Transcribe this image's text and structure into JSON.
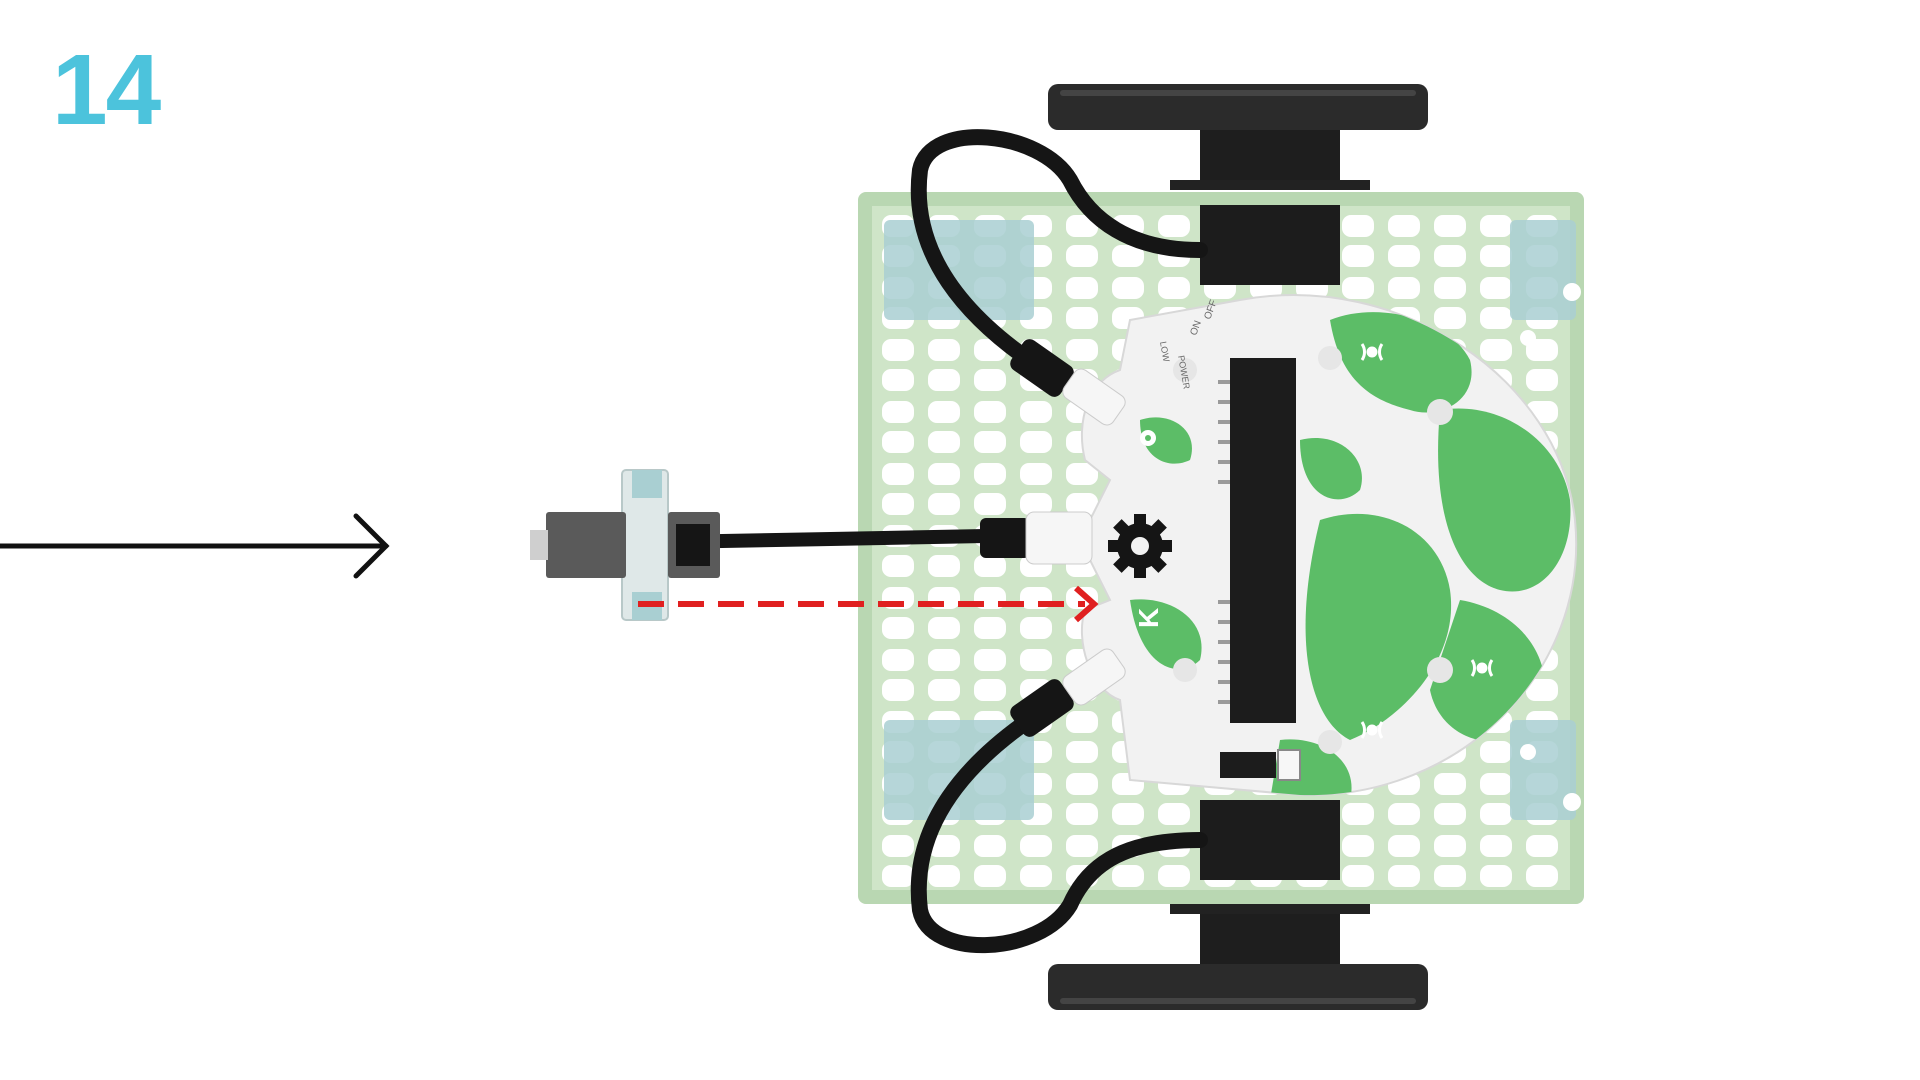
{
  "step": {
    "number": "14"
  },
  "colors": {
    "step_number": "#4cc3dc",
    "frame": "#b9d7b2",
    "frame_edge": "#9ec49a",
    "frame_hole": "#ffffff",
    "pad": "#a9cfd2",
    "board": "#f2f2f2",
    "board_green": "#5cbd67",
    "board_text": "#6a6a6a",
    "chip": "#1c1c1c",
    "wheel": "#2b2b2b",
    "cable": "#151515",
    "connector": "#f6f6f6",
    "sensor_body": "#5a5a5a",
    "sensor_mount": "#dfe8e8",
    "arrow": "#111111",
    "insert_arrow": "#e02020"
  },
  "board": {
    "switch_off": "OFF",
    "switch_on": "ON",
    "power_label": "POWER",
    "low_label": "LOW",
    "logo_letter": "K"
  },
  "icons": {
    "gear": "gear-icon",
    "wifi": "wifi-icon",
    "direction_arrow": "arrow-right-icon",
    "insert_arrow": "dashed-arrow-icon"
  }
}
